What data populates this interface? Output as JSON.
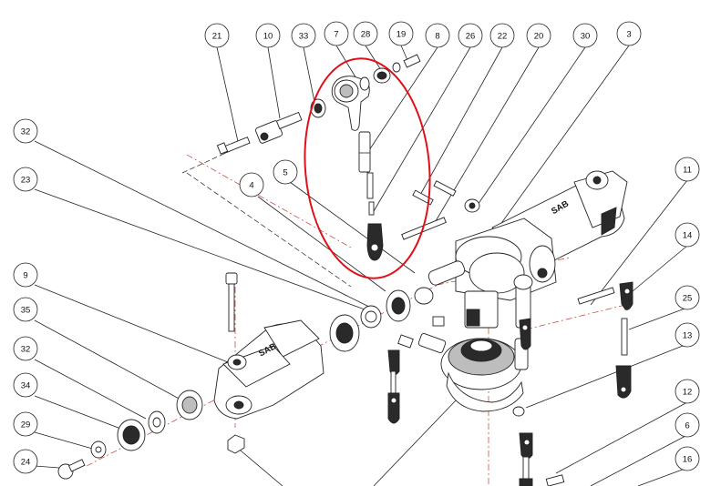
{
  "diagram": {
    "callouts": [
      "21",
      "10",
      "33",
      "7",
      "28",
      "19",
      "8",
      "26",
      "22",
      "20",
      "30",
      "3",
      "32",
      "23",
      "5",
      "4",
      "11",
      "14",
      "9",
      "35",
      "25",
      "32",
      "13",
      "34",
      "12",
      "29",
      "6",
      "24",
      "16"
    ],
    "emboss_text": "SAB",
    "highlight_color": "#e0101a",
    "line_color": "#222222",
    "axis_color": "#c0392b"
  }
}
